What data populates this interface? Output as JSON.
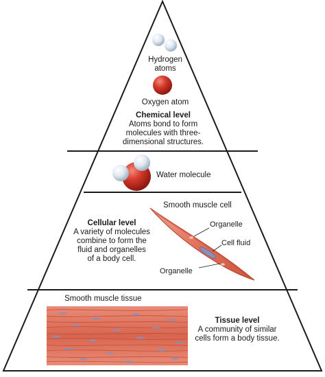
{
  "levels": {
    "chemical": {
      "hydrogen_label_1": "Hydrogen",
      "hydrogen_label_2": "atoms",
      "oxygen_label": "Oxygen atom",
      "title": "Chemical level",
      "desc_1": "Atoms bond to form",
      "desc_2": "molecules with three-",
      "desc_3": "dimensional structures."
    },
    "molecular": {
      "label": "Water molecule"
    },
    "cellular": {
      "cell_label": "Smooth muscle cell",
      "title": "Cellular level",
      "desc_1": "A variety of molecules",
      "desc_2": "combine to form the",
      "desc_3": "fluid and organelles",
      "desc_4": "of a body cell.",
      "organelle_top": "Organelle",
      "cell_fluid": "Cell fluid",
      "organelle_bottom": "Organelle"
    },
    "tissue": {
      "tissue_label": "Smooth muscle tissue",
      "title": "Tissue level",
      "desc_1": "A community of similar",
      "desc_2": "cells form a body tissue."
    }
  },
  "colors": {
    "outline": "#1a1a1a",
    "hydrogen": "#d9e4ee",
    "oxygen": "#c0261d",
    "muscle": "#e0705a",
    "muscle_dark": "#b8412f",
    "nucleus": "#8a8fb8"
  }
}
